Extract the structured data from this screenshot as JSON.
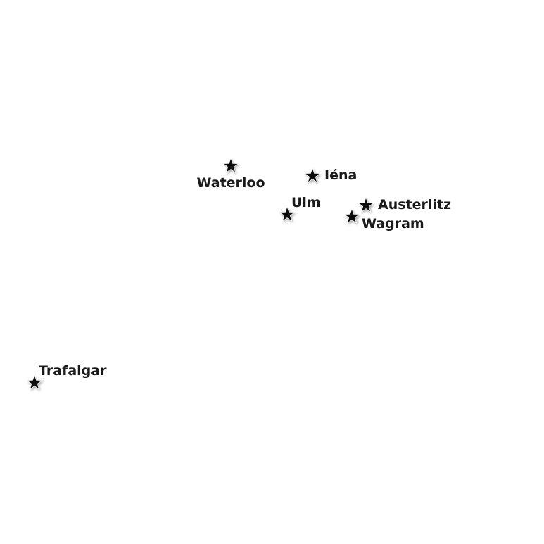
{
  "map": {
    "marker_icon": "star-icon",
    "marker_color": "#111111",
    "label_color": "#1a1a1a",
    "background": "#ffffff",
    "battles": [
      {
        "id": "waterloo",
        "name": "Waterloo"
      },
      {
        "id": "iena",
        "name": "Iéna"
      },
      {
        "id": "ulm",
        "name": "Ulm"
      },
      {
        "id": "austerlitz",
        "name": "Austerlitz"
      },
      {
        "id": "wagram",
        "name": "Wagram"
      },
      {
        "id": "trafalgar",
        "name": "Trafalgar"
      }
    ]
  }
}
